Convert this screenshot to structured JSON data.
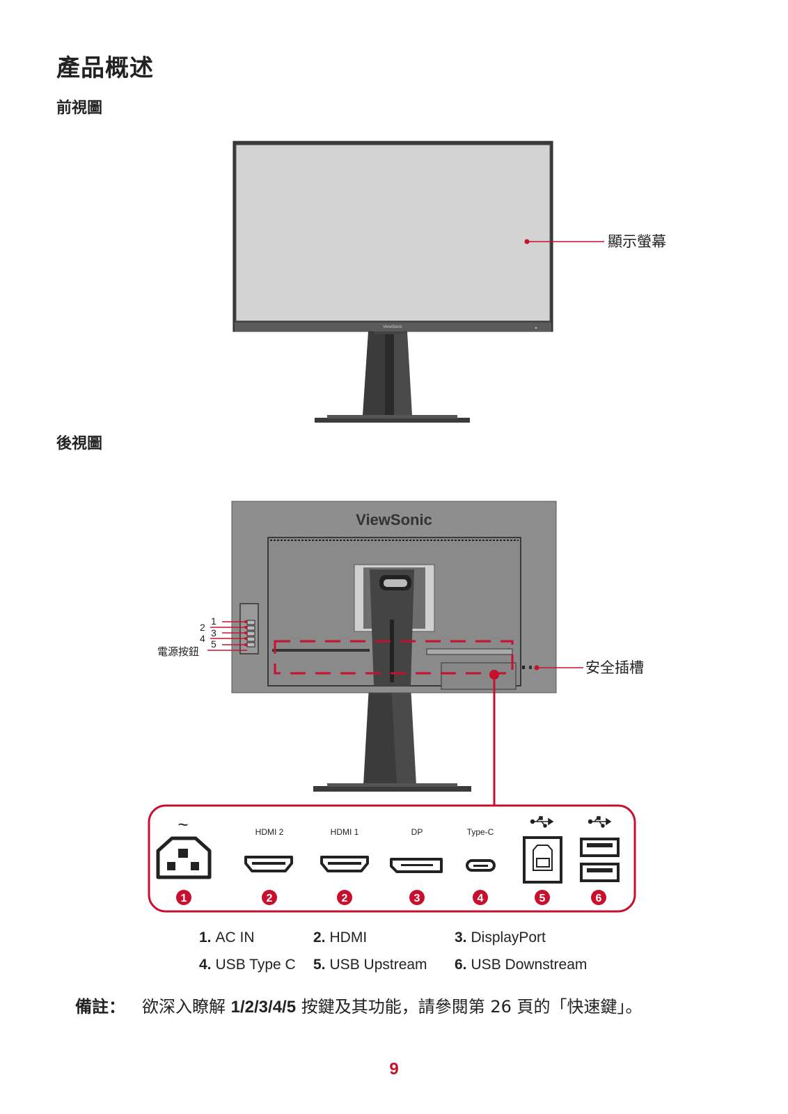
{
  "page": {
    "title": "產品概述",
    "front_heading": "前視圖",
    "rear_heading": "後視圖",
    "page_number": "9"
  },
  "front": {
    "brand": "ViewSonic",
    "screen_label": "顯示螢幕"
  },
  "rear": {
    "brand": "ViewSonic",
    "buttons": [
      "1",
      "2",
      "3",
      "4",
      "5"
    ],
    "power_label": "電源按鈕",
    "security_label": "安全插槽"
  },
  "ports": [
    {
      "top_label": "~",
      "badge": "1"
    },
    {
      "top_label": "HDMI 2",
      "badge": "2"
    },
    {
      "top_label": "HDMI 1",
      "badge": "2"
    },
    {
      "top_label": "DP",
      "badge": "3"
    },
    {
      "top_label": "Type-C",
      "badge": "4"
    },
    {
      "top_label": "",
      "badge": "5"
    },
    {
      "top_label": "",
      "badge": "6"
    }
  ],
  "legend": [
    {
      "num": "1.",
      "text": "AC IN"
    },
    {
      "num": "2.",
      "text": "HDMI"
    },
    {
      "num": "3.",
      "text": "DisplayPort"
    },
    {
      "num": "4.",
      "text": "USB Type C"
    },
    {
      "num": "5.",
      "text": "USB Upstream"
    },
    {
      "num": "6.",
      "text": "USB Downstream"
    }
  ],
  "note": {
    "label": "備註：",
    "text_before": "欲深入瞭解 ",
    "keys": "1/2/3/4/5",
    "text_after": " 按鍵及其功能，請參閱第 26 頁的「快速鍵」。"
  },
  "colors": {
    "accent": "#c8102e",
    "screen": "#d3d3d3",
    "body_gray": "#8e8e8e",
    "dark": "#3d3d3d"
  }
}
